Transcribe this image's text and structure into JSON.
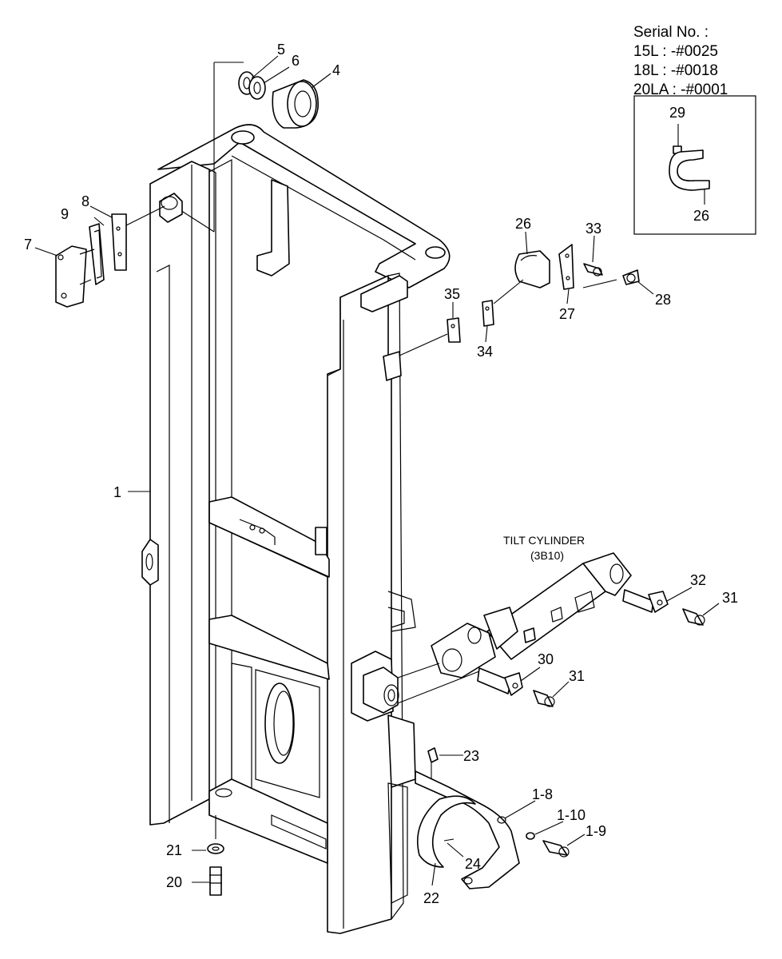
{
  "serial": {
    "heading": "Serial No. :",
    "lines": [
      "15L : -#0025",
      "18L : -#0018",
      "20LA : -#0001"
    ]
  },
  "inset_labels": {
    "top": "29",
    "bottom": "26"
  },
  "tilt_cylinder": {
    "name": "TILT CYLINDER",
    "ref": "(3B10)"
  },
  "callouts": [
    "1",
    "4",
    "5",
    "6",
    "7",
    "8",
    "9",
    "20",
    "21",
    "22",
    "23",
    "24",
    "26",
    "27",
    "28",
    "30",
    "31",
    "31",
    "32",
    "33",
    "34",
    "35",
    "1-8",
    "1-9",
    "1-10"
  ]
}
